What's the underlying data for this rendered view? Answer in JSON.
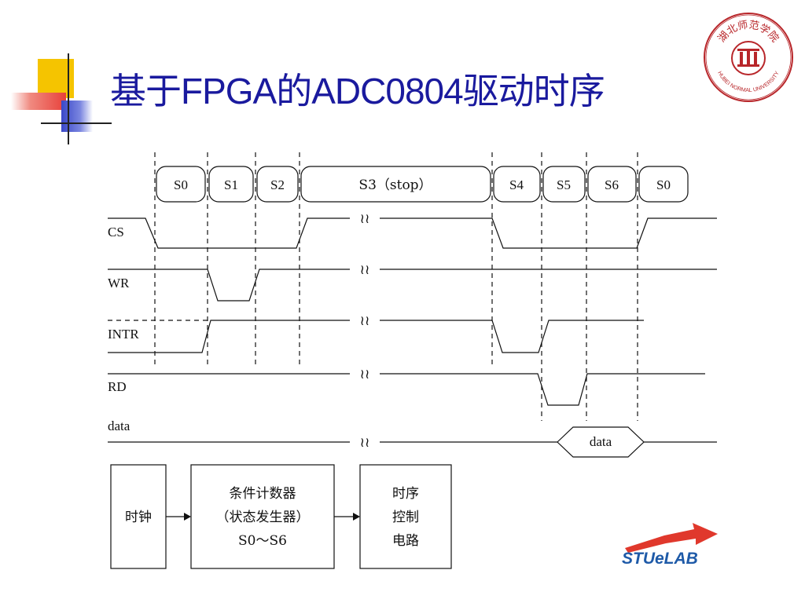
{
  "slide": {
    "title_cn_prefix": "基于",
    "title_latin1": "FPGA",
    "title_cn_mid": "的",
    "title_latin2": "ADC0804",
    "title_cn_suffix": "驱动时序"
  },
  "logo": {
    "name": "HUBEI NORMAL UNIVERSITY",
    "cn_name": "湖北师范学院"
  },
  "timing": {
    "states": [
      "S0",
      "S1",
      "S2",
      "S3（stop）",
      "S4",
      "S5",
      "S6",
      "S0"
    ],
    "signals": [
      "CS",
      "WR",
      "INTR",
      "RD",
      "data"
    ],
    "data_bus_label": "data",
    "break_mark": "≀≀"
  },
  "block_diagram": {
    "clock": "时钟",
    "counter_line1": "条件计数器",
    "counter_line2": "（状态发生器）",
    "counter_line3": "S0～S6",
    "timing_line1": "时序",
    "timing_line2": "控制",
    "timing_line3": "电路"
  },
  "watermark": {
    "text": "STUeLAB"
  },
  "colors": {
    "title": "#1a1a9e",
    "deco_yellow": "#f5c400",
    "deco_red": "#e8403a",
    "deco_blue": "#3a48c8",
    "stulab_blue": "#1e5aa8",
    "stulab_red": "#e0382c",
    "logo_red": "#b8262a"
  }
}
